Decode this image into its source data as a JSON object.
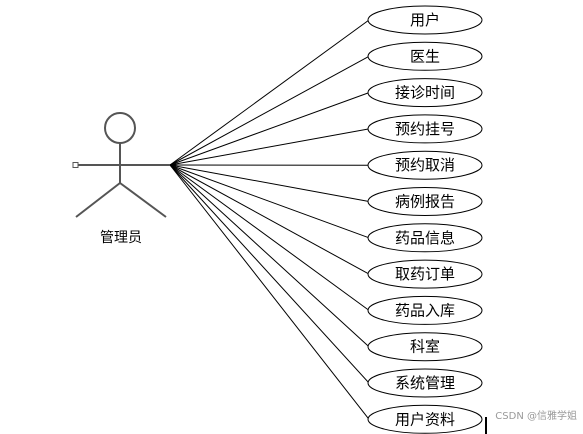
{
  "actor": {
    "label": "管理员"
  },
  "use_cases": [
    "用户",
    "医生",
    "接诊时间",
    "预约挂号",
    "预约取消",
    "病例报告",
    "药品信息",
    "取药订单",
    "药品入库",
    "科室",
    "系统管理",
    "用户资料"
  ],
  "watermark": "CSDN @信雅学姐",
  "colors": {
    "stroke": "#555555",
    "ellipse_fill": "#ffffff",
    "ellipse_stroke": "#000000",
    "text": "#000000"
  }
}
